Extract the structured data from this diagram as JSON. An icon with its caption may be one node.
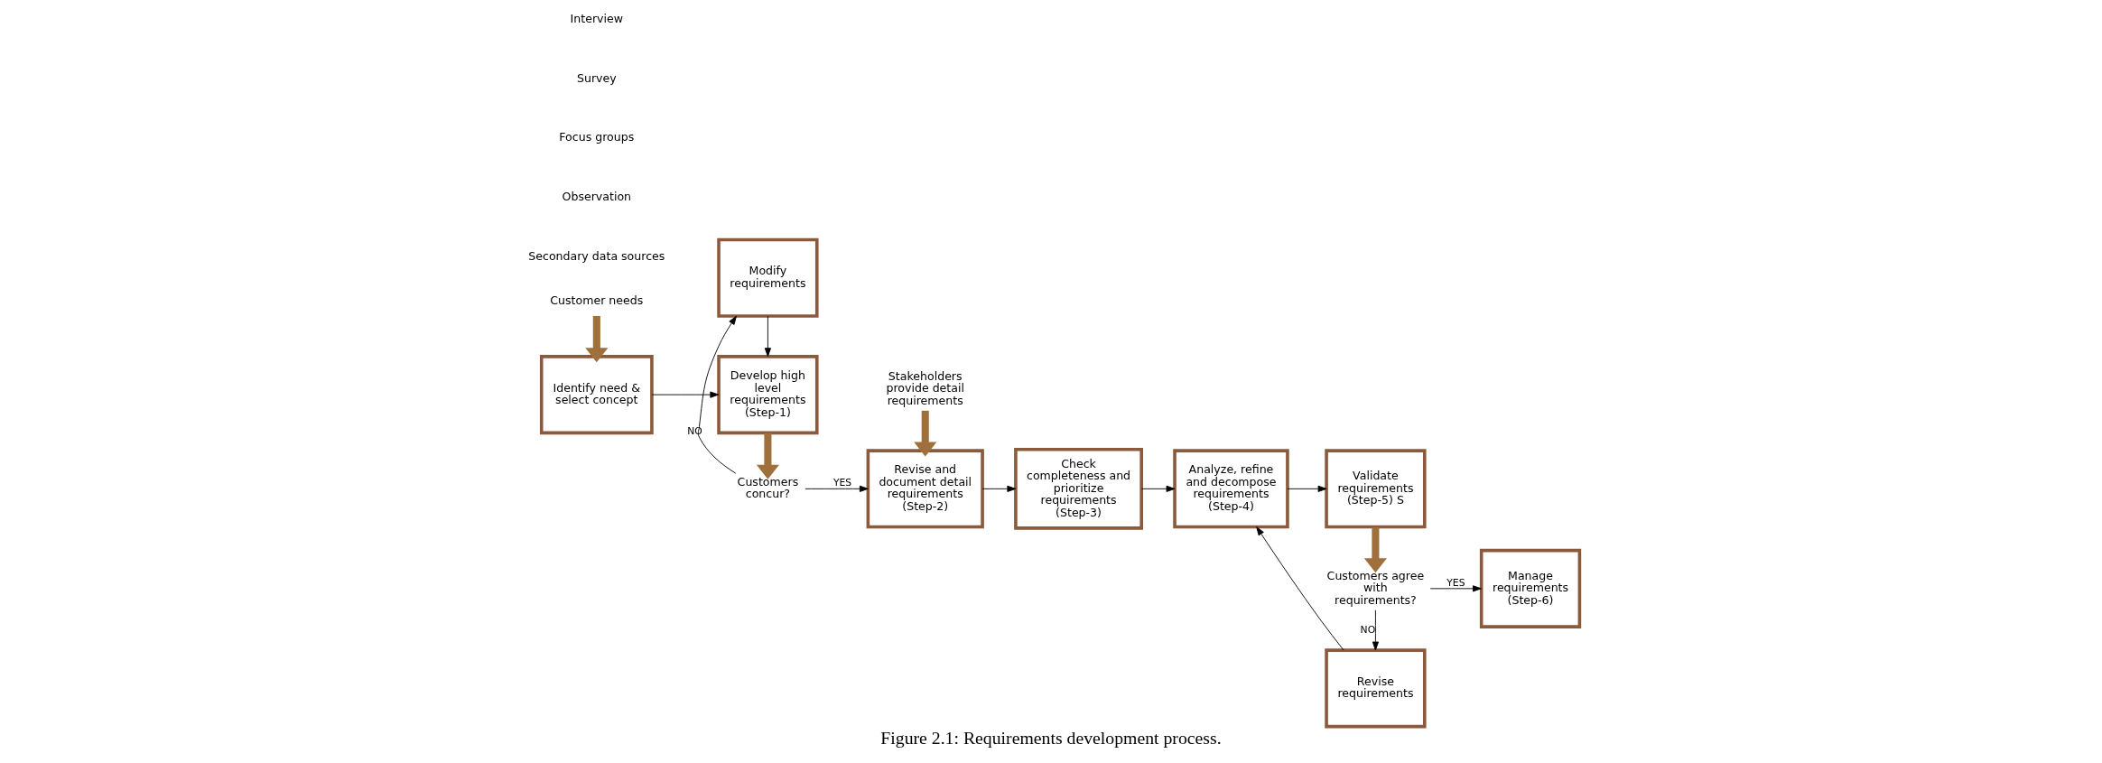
{
  "diagram": {
    "caption": "Figure 2.1: Requirements development process.",
    "nodes": [
      {
        "text": [
          "Identify need & select concept"
        ]
      },
      {
        "text": [
          "Develop high level requirements (Step-1)"
        ]
      },
      {
        "text": [
          "Modify requirements"
        ]
      },
      {
        "text": [
          "Revise and document detail requirements (Step-2)"
        ]
      },
      {
        "text": [
          "Check completeness and prioritize requirements (Step-3)"
        ]
      },
      {
        "text": [
          "Analyze, refine and decompose requirements (Step-4)"
        ]
      },
      {
        "text": [
          "Validate requirements (Step-5) S"
        ]
      },
      {
        "text": [
          "Revise requirements"
        ]
      },
      {
        "text": [
          "Manage requirements (Step-6)"
        ]
      },
      {
        "text": [
          "Customer needs"
        ]
      },
      {
        "text": [
          "Customers concur?"
        ]
      },
      {
        "text": [
          "Stakeholders provide detail requirements"
        ]
      },
      {
        "text": [
          "Customers agree with requirements?"
        ]
      }
    ],
    "edges": [
      {
        "from": 9,
        "to": 0,
        "arrow": "to",
        "style": "thick",
        "color": "#a0703c"
      },
      {
        "from": 0,
        "to": 1,
        "arrow": "to"
      },
      {
        "from": 1,
        "to": 10,
        "arrow": "to",
        "style": "thick",
        "color": "#a0703c"
      },
      {
        "from": 10,
        "to": 2,
        "arrow": "to",
        "label": "NO"
      },
      {
        "from": 2,
        "to": 1,
        "arrow": "to"
      },
      {
        "from": 10,
        "to": 3,
        "arrow": "to",
        "label": "YES"
      },
      {
        "from": 11,
        "to": 3,
        "arrow": "to",
        "style": "thick",
        "color": "#a0703c"
      },
      {
        "from": 3,
        "to": 4,
        "arrow": "to"
      },
      {
        "from": 4,
        "to": 5,
        "arrow": "to"
      },
      {
        "from": 5,
        "to": 6,
        "arrow": "to"
      },
      {
        "from": 6,
        "to": 12,
        "arrow": "to",
        "style": "thick",
        "color": "#a0703c"
      },
      {
        "from": 12,
        "to": 7,
        "arrow": "to",
        "label": "NO"
      },
      {
        "from": 7,
        "to": 5,
        "arrow": "to"
      },
      {
        "from": 12,
        "to": 8,
        "arrow": "to",
        "label": "YES"
      }
    ],
    "labels": [
      "Interview",
      "Survey",
      "Focus groups",
      "Observation",
      "Secondary data sources"
    ]
  }
}
